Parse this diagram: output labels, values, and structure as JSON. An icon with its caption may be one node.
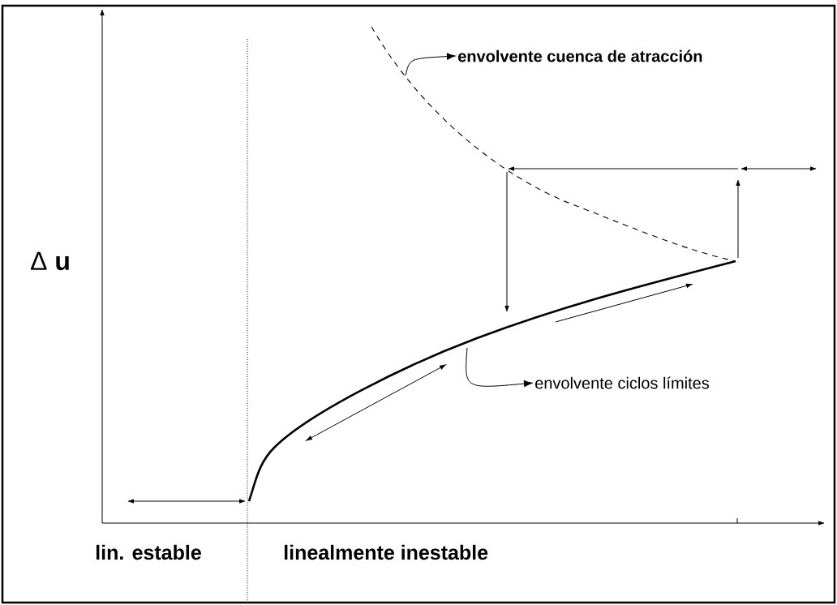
{
  "diagram": {
    "nodes": [
      {
        "text": [
          "envolvente cuenca de atracción"
        ]
      },
      {
        "text": [
          "envolvente ciclos límites"
        ]
      }
    ],
    "edges": [
      {
        "from": null,
        "to": 0,
        "arrow": "to"
      },
      {
        "from": null,
        "to": 1,
        "arrow": "to"
      }
    ],
    "labels": [
      "Δ **u**",
      "lin. estable",
      "linealmente inestable"
    ]
  }
}
